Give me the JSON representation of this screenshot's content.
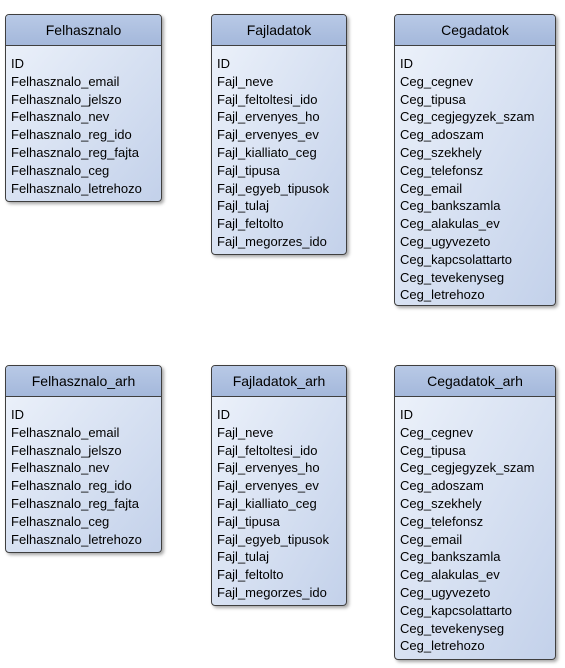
{
  "entities": [
    {
      "id": "felhasznalo",
      "title": "Felhasznalo",
      "fields": [
        "ID",
        "Felhasznalo_email",
        "Felhasznalo_jelszo",
        "Felhasznalo_nev",
        "Felhasznalo_reg_ido",
        "Felhasznalo_reg_fajta",
        "Felhasznalo_ceg",
        "Felhasznalo_letrehozo"
      ]
    },
    {
      "id": "fajladatok",
      "title": "Fajladatok",
      "fields": [
        "ID",
        "Fajl_neve",
        "Fajl_feltoltesi_ido",
        "Fajl_ervenyes_ho",
        "Fajl_ervenyes_ev",
        "Fajl_kialliato_ceg",
        "Fajl_tipusa",
        "Fajl_egyeb_tipusok",
        "Fajl_tulaj",
        "Fajl_feltolto",
        "Fajl_megorzes_ido"
      ]
    },
    {
      "id": "cegadatok",
      "title": "Cegadatok",
      "fields": [
        "ID",
        "Ceg_cegnev",
        "Ceg_tipusa",
        "Ceg_cegjegyzek_szam",
        "Ceg_adoszam",
        "Ceg_szekhely",
        "Ceg_telefonsz",
        "Ceg_email",
        "Ceg_bankszamla",
        "Ceg_alakulas_ev",
        "Ceg_ugyvezeto",
        "Ceg_kapcsolattarto",
        "Ceg_tevekenyseg",
        "Ceg_letrehozo"
      ]
    },
    {
      "id": "felhasznalo-arh",
      "title": "Felhasznalo_arh",
      "fields": [
        "ID",
        "Felhasznalo_email",
        "Felhasznalo_jelszo",
        "Felhasznalo_nev",
        "Felhasznalo_reg_ido",
        "Felhasznalo_reg_fajta",
        "Felhasznalo_ceg",
        "Felhasznalo_letrehozo"
      ]
    },
    {
      "id": "fajladatok-arh",
      "title": "Fajladatok_arh",
      "fields": [
        "ID",
        "Fajl_neve",
        "Fajl_feltoltesi_ido",
        "Fajl_ervenyes_ho",
        "Fajl_ervenyes_ev",
        "Fajl_kialliato_ceg",
        "Fajl_tipusa",
        "Fajl_egyeb_tipusok",
        "Fajl_tulaj",
        "Fajl_feltolto",
        "Fajl_megorzes_ido"
      ]
    },
    {
      "id": "cegadatok-arh",
      "title": "Cegadatok_arh",
      "fields": [
        "ID",
        "Ceg_cegnev",
        "Ceg_tipusa",
        "Ceg_cegjegyzek_szam",
        "Ceg_adoszam",
        "Ceg_szekhely",
        "Ceg_telefonsz",
        "Ceg_email",
        "Ceg_bankszamla",
        "Ceg_alakulas_ev",
        "Ceg_ugyvezeto",
        "Ceg_kapcsolattarto",
        "Ceg_tevekenyseg",
        "Ceg_letrehozo"
      ]
    }
  ]
}
